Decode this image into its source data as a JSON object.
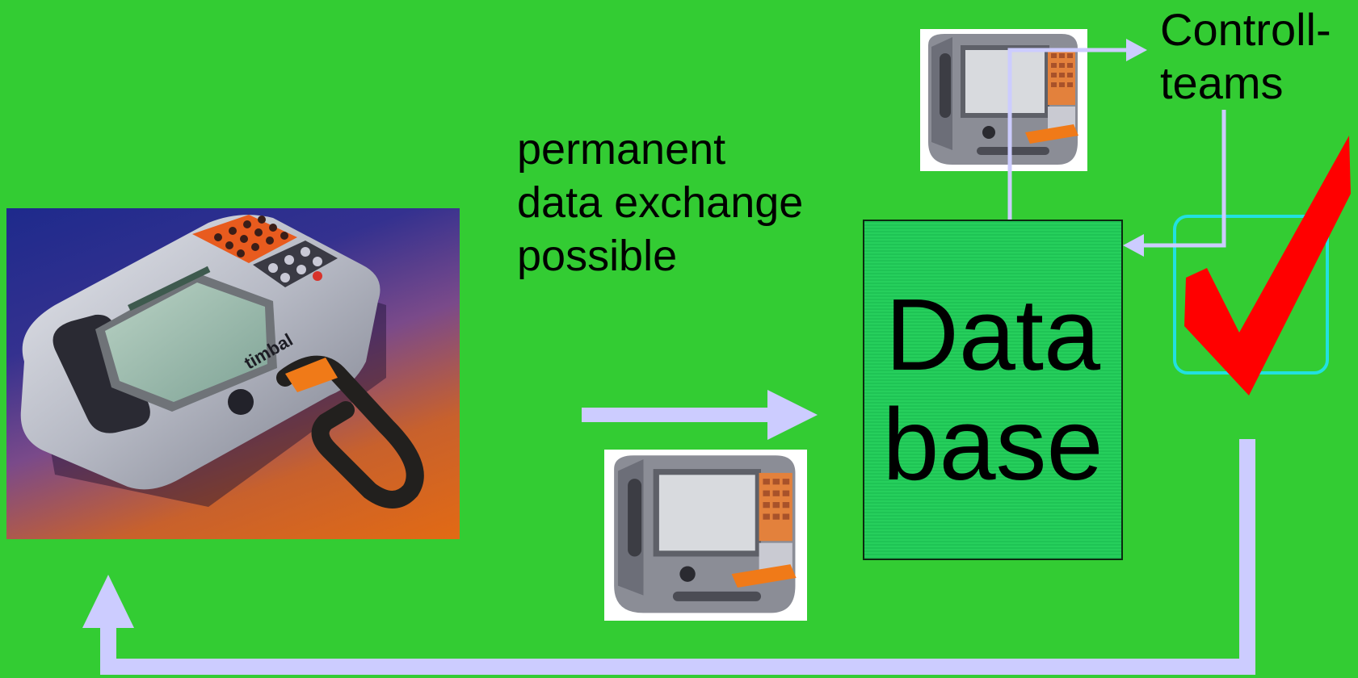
{
  "diagram": {
    "exchange_label": {
      "line1": "permanent",
      "line2": "data exchange",
      "line3": "possible"
    },
    "database_label": {
      "line1": "Data",
      "line2": "base"
    },
    "controll_label": {
      "line1": "Controll-",
      "line2": "teams"
    },
    "device_brand": "timbal"
  },
  "colors": {
    "background": "#33cc33",
    "arrow": "#ccccff",
    "database_fill": "#22c95a",
    "check": "#ff0000",
    "check_frame": "#22e0e0"
  },
  "icons": {
    "check": "check-mark-icon",
    "device": "handheld-terminal-icon"
  }
}
